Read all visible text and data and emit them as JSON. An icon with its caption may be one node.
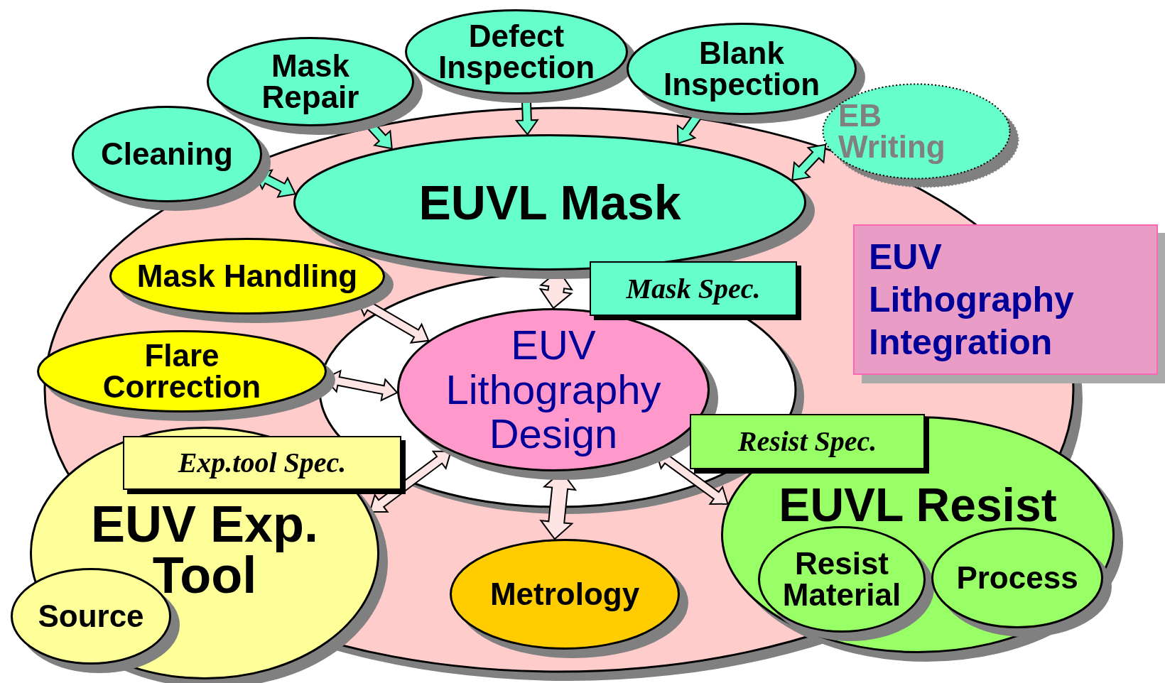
{
  "diagram": {
    "nodes": [
      {
        "text": [
          "Defect Inspection"
        ]
      },
      {
        "text": [
          "Mask Repair"
        ]
      },
      {
        "text": [
          "Blank Inspection"
        ]
      },
      {
        "text": [
          "Cleaning"
        ]
      },
      {
        "text": [
          "EB Writing"
        ]
      },
      {
        "text": [
          "EUVL Mask"
        ]
      },
      {
        "text": [
          "Mask Spec."
        ]
      },
      {
        "text": [
          "EUV Lithography Integration"
        ]
      },
      {
        "text": [
          "Mask Handling"
        ]
      },
      {
        "text": [
          "Flare Correction"
        ]
      },
      {
        "text": [
          "EUV Lithography Design"
        ]
      },
      {
        "text": [
          "Exp.tool Spec."
        ]
      },
      {
        "text": [
          "Resist Spec."
        ]
      },
      {
        "text": [
          "EUV Exp. Tool"
        ]
      },
      {
        "text": [
          "Source"
        ]
      },
      {
        "text": [
          "Metrology"
        ]
      },
      {
        "text": [
          "EUVL Resist"
        ]
      },
      {
        "text": [
          "Resist Material"
        ],
        "in": 16
      },
      {
        "text": [
          "Process"
        ],
        "in": 16
      }
    ],
    "edges": [
      {
        "from": 1,
        "to": 5,
        "arrow": "to",
        "color": "#66ffcc"
      },
      {
        "from": 0,
        "to": 5,
        "arrow": "to",
        "color": "#66ffcc"
      },
      {
        "from": 2,
        "to": 5,
        "arrow": "to",
        "color": "#66ffcc"
      },
      {
        "from": 3,
        "to": 5,
        "arrow": "both",
        "color": "#66ffcc"
      },
      {
        "from": 4,
        "to": 5,
        "arrow": "both",
        "color": "#66ffcc"
      },
      {
        "from": 5,
        "to": 10,
        "arrow": "both",
        "style": "thick"
      },
      {
        "from": 8,
        "to": 10,
        "arrow": "both"
      },
      {
        "from": 9,
        "to": 10,
        "arrow": "both"
      },
      {
        "from": 13,
        "to": 10,
        "arrow": "both"
      },
      {
        "from": 10,
        "to": 15,
        "arrow": "both",
        "style": "thick"
      },
      {
        "from": 10,
        "to": 16,
        "arrow": "both"
      }
    ]
  }
}
